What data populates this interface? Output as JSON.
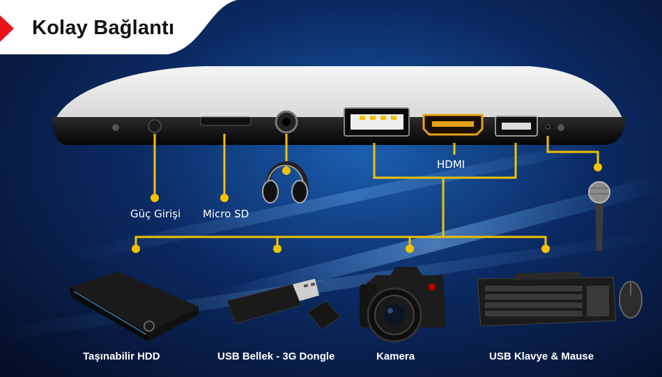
{
  "header": {
    "title": "Kolay Bağlantı"
  },
  "ports": {
    "power_label": "Güç Girişi",
    "microsd_label": "Micro SD",
    "hdmi_label": "HDMI"
  },
  "devices": {
    "hdd_label": "Taşınabilir HDD",
    "usb_dongle_label": "USB Bellek - 3G Dongle",
    "camera_label": "Kamera",
    "keyboard_label": "USB Klavye & Mause"
  },
  "colors": {
    "accent_red": "#e8131b",
    "connector_yellow": "#f2c200",
    "hdmi_gold": "#e6a21c"
  }
}
